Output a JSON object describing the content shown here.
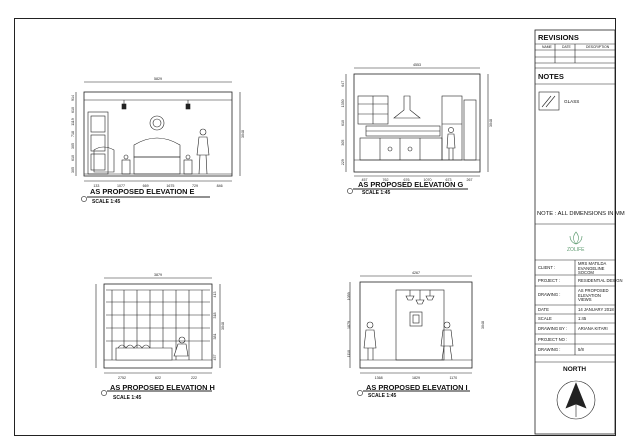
{
  "elevations": [
    {
      "title": "AS PROPOSED ELEVATION E",
      "scale": "SCALE 1:45",
      "overall_width": "5829",
      "overall_height": "3048",
      "bottom_dims": [
        "133",
        "1077",
        "669",
        "1675",
        "729",
        "846"
      ],
      "left_dims": [
        "914",
        "610",
        "1119",
        "718",
        "305",
        "610",
        "305"
      ]
    },
    {
      "title": "AS PROPOSED ELEVATION G",
      "scale": "SCALE 1:45",
      "overall_width": "4553",
      "overall_height": "3048",
      "bottom_dims": [
        "457",
        "762",
        "676",
        "1070",
        "673",
        "267"
      ],
      "left_dims": [
        "647",
        "1350",
        "610",
        "305",
        "229"
      ]
    },
    {
      "title": "AS PROPOSED ELEVATION H",
      "scale": "SCALE 1:45",
      "overall_width": "3879",
      "overall_height": "3048",
      "bottom_dims": [
        "2752",
        "622",
        "222"
      ],
      "right_dims": [
        "413",
        "318",
        "381",
        "457"
      ]
    },
    {
      "title": "AS PROPOSED ELEVATION I",
      "scale": "SCALE 1:45",
      "overall_width": "4267",
      "overall_height": "3048",
      "bottom_dims": [
        "1368",
        "1829",
        "1170"
      ],
      "left_dims": [
        "1059",
        "1879",
        "1110"
      ]
    }
  ],
  "title_block": {
    "revisions_heading": "REVISIONS",
    "revision_columns": [
      "NAME",
      "DATE",
      "DESCRIPTION"
    ],
    "notes_heading": "NOTES",
    "legend_label": "GLASS",
    "dimension_note": "NOTE : ALL DIMENSIONS IN MM",
    "logo_text": "ZOLIFE",
    "fields": [
      {
        "label": "CLIENT :",
        "value": "MRS MATILDA EVANGELINE SOCOM"
      },
      {
        "label": "PROJECT :",
        "value": "RESIDENTIAL DESIGN"
      },
      {
        "label": "DRAWING :",
        "value": "AS PROPOSED ELEVATION VIEWS"
      },
      {
        "label": "DATE",
        "value": "14 JANUARY 2018"
      },
      {
        "label": "SCALE",
        "value": "1:45"
      },
      {
        "label": "DRAWING BY :",
        "value": "ARIANA KITARI"
      },
      {
        "label": "PROJECT NO :",
        "value": ""
      },
      {
        "label": "DRAWING :",
        "value": "5/8"
      }
    ],
    "north_label": "NORTH"
  }
}
